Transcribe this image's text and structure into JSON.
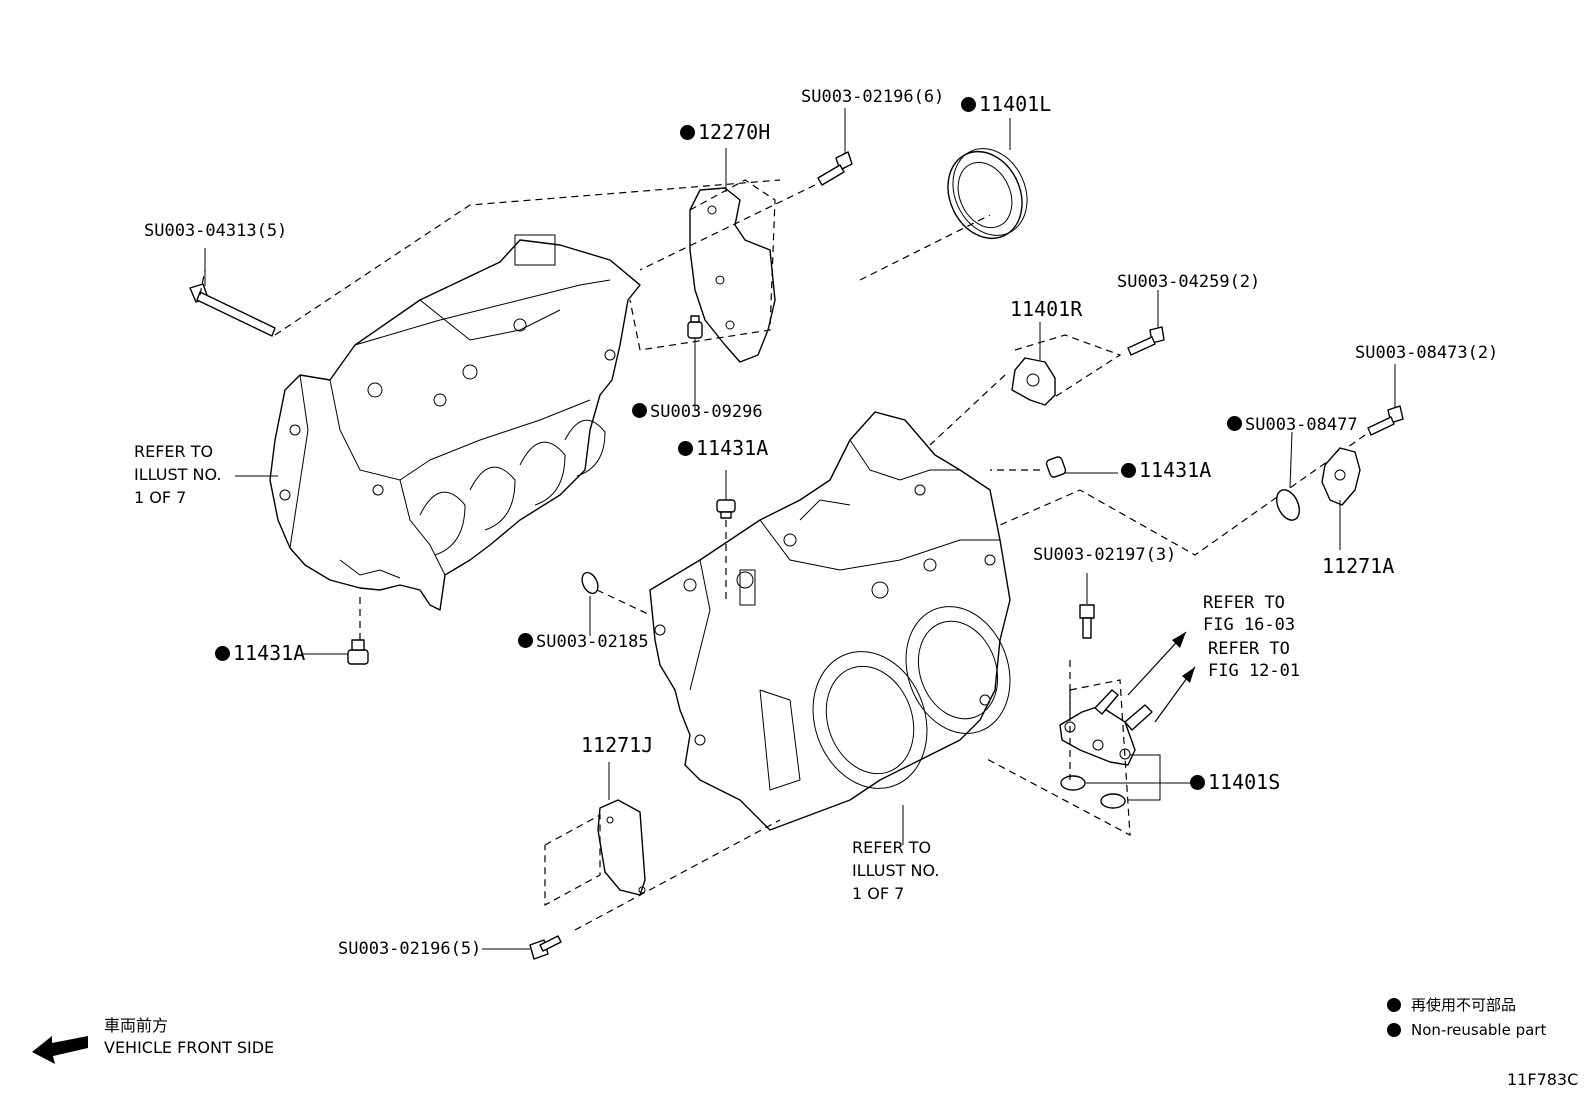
{
  "labels": {
    "su_04313": "SU003-04313(5)",
    "p_12270h": "12270H",
    "su_02196_6": "SU003-02196(6)",
    "p_11401l": "11401L",
    "su_04259": "SU003-04259(2)",
    "p_11401r": "11401R",
    "su_08473": "SU003-08473(2)",
    "su_08477": "SU003-08477",
    "su_09296": "SU003-09296",
    "p_11431a_top": "11431A",
    "p_11431a_right": "11431A",
    "p_11271a": "11271A",
    "su_02197": "SU003-02197(3)",
    "p_11431a_left": "11431A",
    "su_02185": "SU003-02185",
    "p_11271j": "11271J",
    "p_11401s": "11401S",
    "su_02196_5": "SU003-02196(5)"
  },
  "refs": {
    "left": [
      "REFER TO",
      "ILLUST NO.",
      "1 OF 7"
    ],
    "bottom": [
      "REFER TO",
      "ILLUST NO.",
      "1 OF 7"
    ],
    "fig_a": [
      "REFER TO",
      "FIG 16-03"
    ],
    "fig_b": [
      "REFER TO",
      "FIG 12-01"
    ]
  },
  "legend": {
    "jp": "再使用不可部品",
    "en": "Non-reusable part"
  },
  "direction": {
    "jp": "車両前方",
    "en": "VEHICLE FRONT SIDE"
  },
  "figure_id": "11F783C"
}
